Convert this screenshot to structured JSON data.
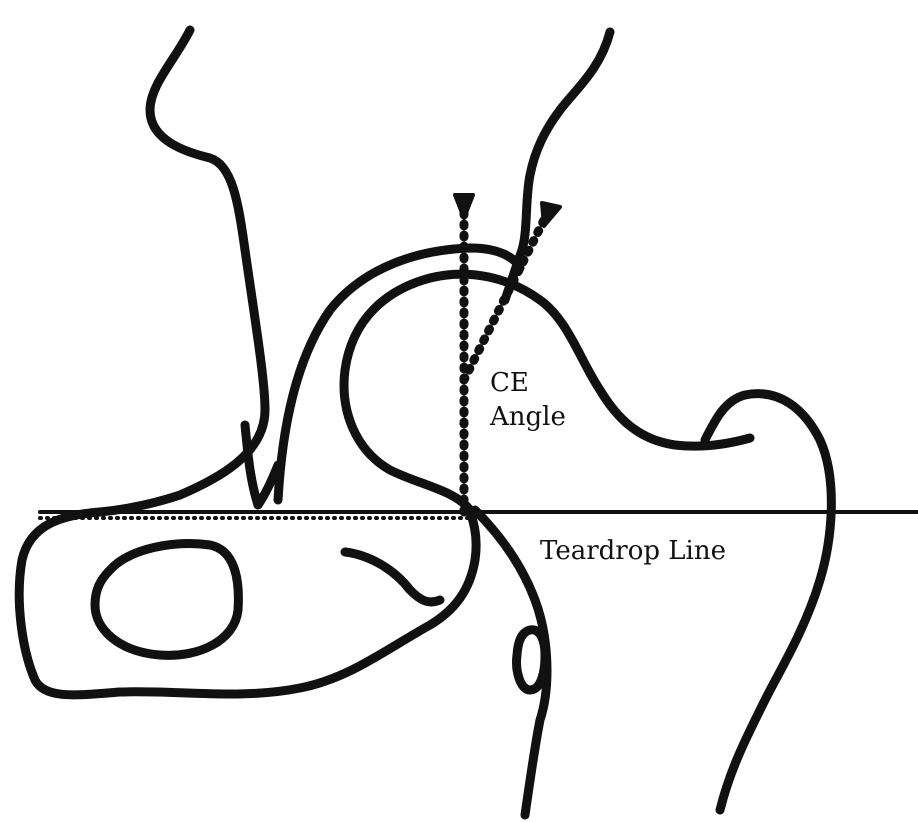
{
  "labels": {
    "ce": "CE",
    "angle": "Angle",
    "teardrop_line": "Teardrop Line"
  },
  "colors": {
    "line": "#111111",
    "background": "#ffffff"
  }
}
